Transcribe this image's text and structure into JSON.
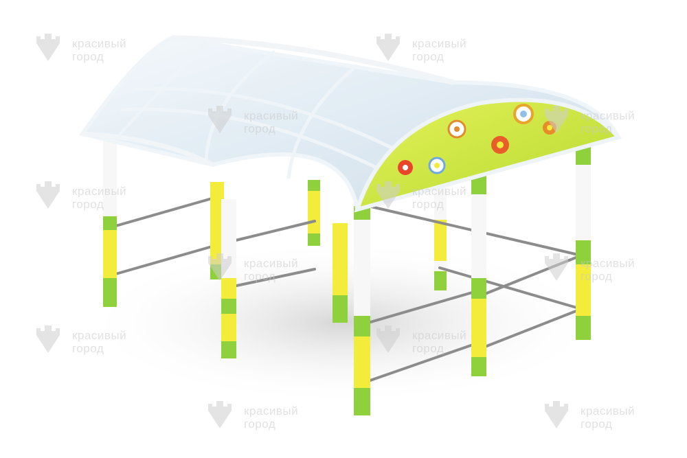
{
  "image": {
    "subject": "gazebo-canopy-with-flowers",
    "colors": {
      "background": "#ffffff",
      "roof_glass": "#dbe8f2",
      "roof_frame": "#eef4f8",
      "panel_green": "#c7e23a",
      "post_white": "#f7f7f7",
      "post_yellow": "#f4ec3a",
      "post_green": "#8fd13c",
      "rail": "#8c8c8c",
      "watermark": "#cfcfcf"
    }
  },
  "watermark": {
    "line1": "красивый",
    "line2": "город"
  }
}
